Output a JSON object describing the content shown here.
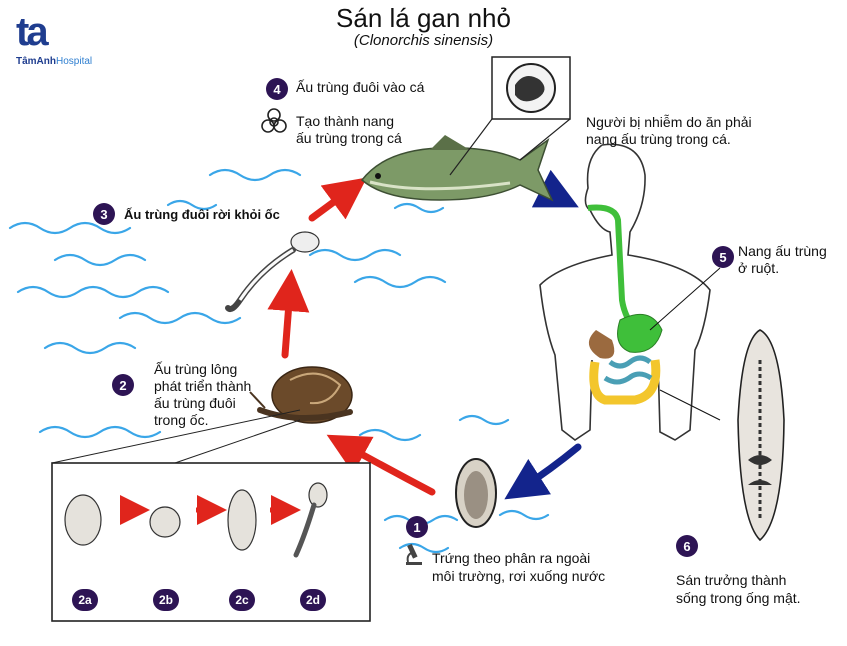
{
  "header": {
    "title": "Sán lá gan nhỏ",
    "subtitle": "(Clonorchis sinensis)"
  },
  "logo": {
    "mark": "ta",
    "name": "TâmAnh",
    "suffix": "Hospital",
    "color": "#1f3d8f"
  },
  "steps": [
    {
      "number": "1",
      "text_lines": [
        "Trứng theo phân ra ngoài",
        "môi trường, rơi xuống nước"
      ],
      "icon": "microscope-icon"
    },
    {
      "number": "2",
      "text_lines": [
        "Ấu trùng lông",
        "phát triển thành",
        "ấu trùng đuôi",
        "trong ốc."
      ]
    },
    {
      "number": "3",
      "text_lines": [
        "Ấu trùng đuôi rời khỏi ốc"
      ]
    },
    {
      "number": "4",
      "text_lines": [
        "Ấu trùng đuôi vào cá",
        "Tạo thành nang",
        "ấu trùng trong cá"
      ],
      "icon": "biohazard-icon"
    },
    {
      "number": "5",
      "text_lines": [
        "Nang ấu trùng",
        "ở ruột."
      ]
    },
    {
      "number": "6",
      "text_lines": [
        "Sán trưởng thành",
        "sống trong ống mật."
      ]
    }
  ],
  "human_note": [
    "Người bị nhiễm do ăn phải",
    "nang ấu trùng trong cá."
  ],
  "substages": [
    "2a",
    "2b",
    "2c",
    "2d"
  ],
  "colors": {
    "badge": "#2d1454",
    "arrow_red": "#e0251c",
    "arrow_blue": "#13248c",
    "water": "#3aa6e8",
    "digestive_green": "#3fbf3a",
    "intestine_blue": "#4a9fb5",
    "colon_yellow": "#f3c62c",
    "liver_brown": "#9b6a3f"
  }
}
